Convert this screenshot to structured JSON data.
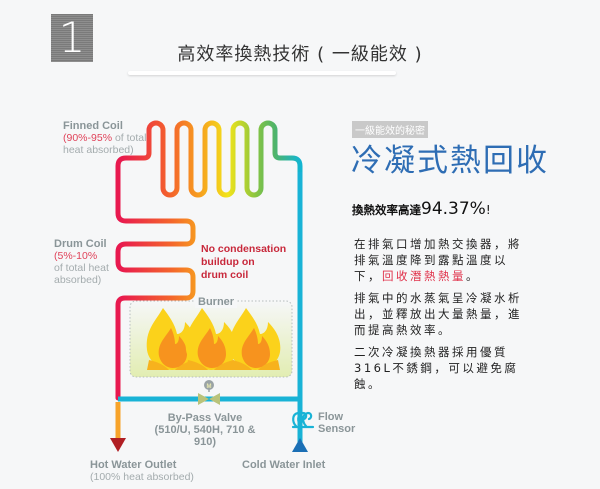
{
  "header": {
    "step_number": "1",
    "title": "高效率換熱技術 ( 一級能效 )"
  },
  "diagram": {
    "finned_coil": {
      "title": "Finned Coil",
      "range": "(90%-95%",
      "rest1": " of total",
      "rest2": "heat absorbed)"
    },
    "drum_coil": {
      "title": "Drum Coil",
      "range": "(5%-10%",
      "rest1": "of total heat",
      "rest2": "absorbed)"
    },
    "drum_note": [
      "No condensation",
      "buildup on",
      "drum coil"
    ],
    "burner_label": "Burner",
    "valve_motor_label": "M",
    "bypass_valve": {
      "title": "By-Pass Valve",
      "models": "(510/U, 540H, 710 & 910)"
    },
    "flow_sensor": [
      "Flow",
      "Sensor"
    ],
    "hot_water_outlet": {
      "title": "Hot Water Outlet",
      "sub": "(100% heat absorbed)"
    },
    "cold_water_inlet": "Cold Water Inlet",
    "colors": {
      "coil_start": "#e8194f",
      "coil_mid_orange": "#f7931e",
      "coil_mid_yellow": "#f2e41a",
      "coil_mid_green": "#5cb84e",
      "coil_end": "#13b5d1",
      "hot_pipe": "#f7a32a",
      "cold_pipe": "#19b3d6",
      "hot_arrow": "#b01e23",
      "cold_arrow": "#1b6fb5"
    }
  },
  "side_panel": {
    "tag": "一級能效的秘密",
    "heading": "冷凝式熱回收",
    "efficiency_prefix": "換熱效率高達",
    "efficiency_value": "94.37%",
    "efficiency_suffix": "!",
    "paragraph1_a": "在排氣口增加熱交換器，將排氣溫度降到露點溫度以下，",
    "paragraph1_highlight": "回收潛熱熱量",
    "paragraph1_b": "。",
    "paragraph2": "排氣中的水蒸氣呈冷凝水析出，並釋放出大量熱量，進而提高熱效率。",
    "paragraph3": "二次冷凝換熱器採用優質316L不銹鋼，可以避免腐蝕。"
  }
}
